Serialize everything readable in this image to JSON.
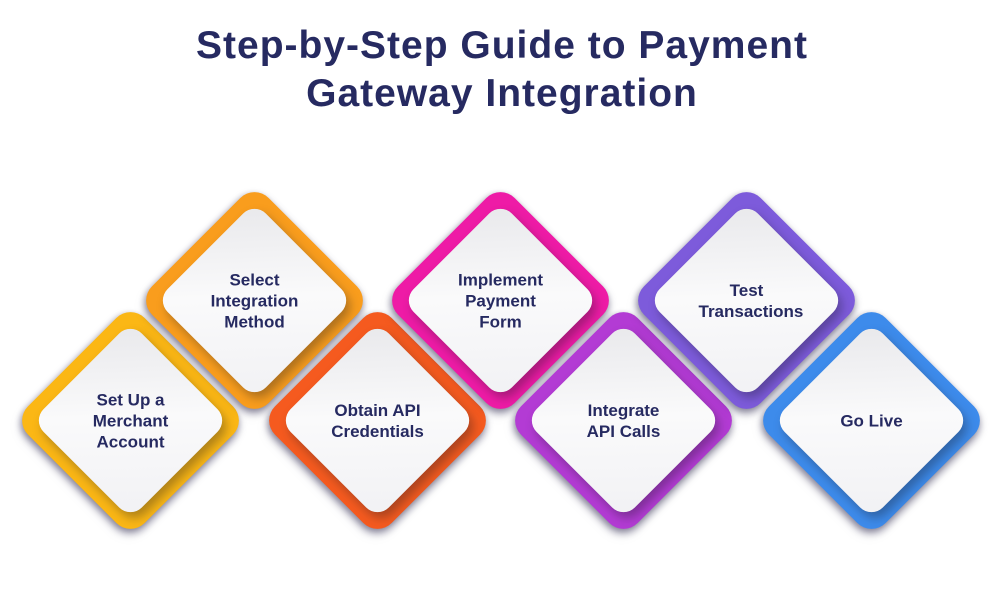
{
  "title": {
    "line1": "Step-by-Step Guide to Payment",
    "line2": "Gateway Integration",
    "color": "#262a61"
  },
  "background_color": "#ffffff",
  "step_text_color": "#262a61",
  "steps": [
    {
      "label": "Set Up a Merchant Account",
      "color": "#FBB715",
      "row": "low"
    },
    {
      "label": "Select Integration Method",
      "color": "#F99D1D",
      "row": "high"
    },
    {
      "label": "Obtain API Credentials",
      "color": "#F55A1F",
      "row": "low"
    },
    {
      "label": "Implement Payment Form",
      "color": "#EE1BA6",
      "row": "high"
    },
    {
      "label": "Integrate API Calls",
      "color": "#B33BD4",
      "row": "low"
    },
    {
      "label": "Test Transactions",
      "color": "#7D5BDB",
      "row": "high"
    },
    {
      "label": "Go Live",
      "color": "#3D8BEB",
      "row": "low"
    }
  ]
}
